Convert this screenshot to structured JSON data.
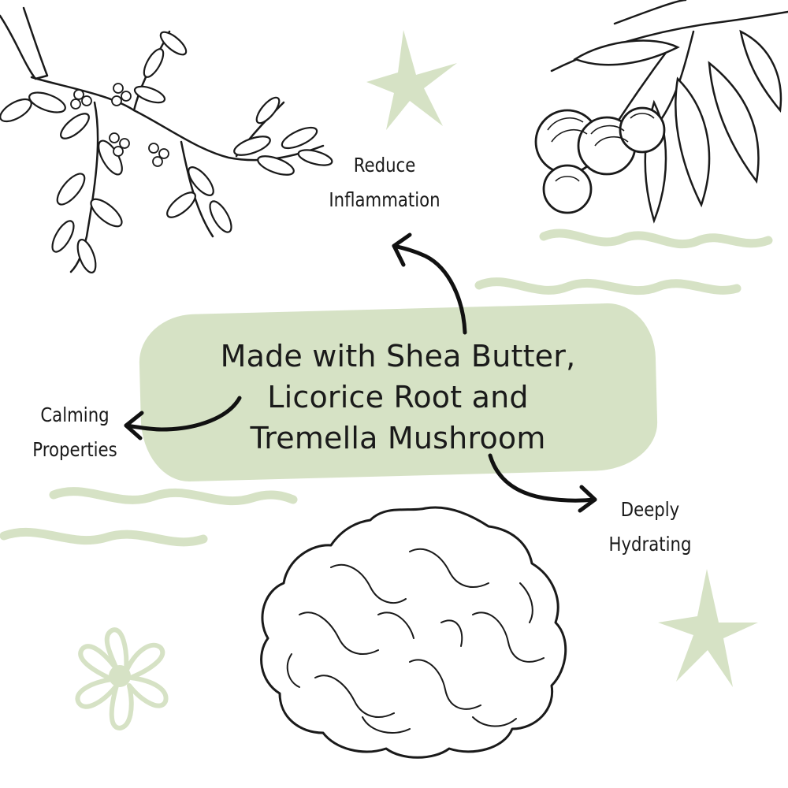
{
  "colors": {
    "accent": "#d6e2c5",
    "ink": "#1a1a1a",
    "background": "#ffffff"
  },
  "headline": {
    "line1": "Made with Shea Butter,",
    "line2": "Licorice Root and",
    "line3": "Tremella Mushroom"
  },
  "benefits": {
    "reduce": {
      "line1": "Reduce",
      "line2": "Inflammation"
    },
    "calming": {
      "line1": "Calming",
      "line2": "Properties"
    },
    "hydrating": {
      "line1": "Deeply",
      "line2": "Hydrating"
    }
  },
  "illustrations": [
    "licorice-branch",
    "shea-fruit-branch",
    "tremella-mushroom"
  ],
  "decorations": [
    "sparkle-star",
    "wavy-lines",
    "daisy-flower"
  ]
}
